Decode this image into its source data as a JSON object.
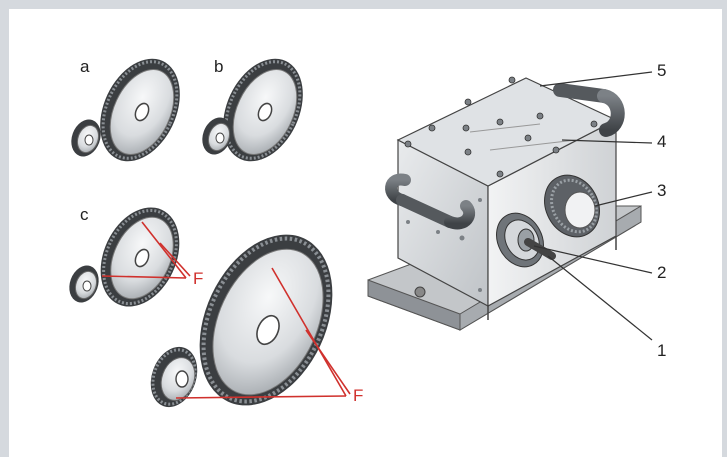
{
  "gear_labels": {
    "a": "a",
    "b": "b",
    "c": "c"
  },
  "force_labels": {
    "small": "F",
    "large": "F"
  },
  "part_callouts": [
    "1",
    "2",
    "3",
    "4",
    "5"
  ],
  "colors": {
    "frame": "#d5d9de",
    "force_line": "#d0312d",
    "leader_line": "#333333",
    "metal": "#c9ccd0"
  }
}
